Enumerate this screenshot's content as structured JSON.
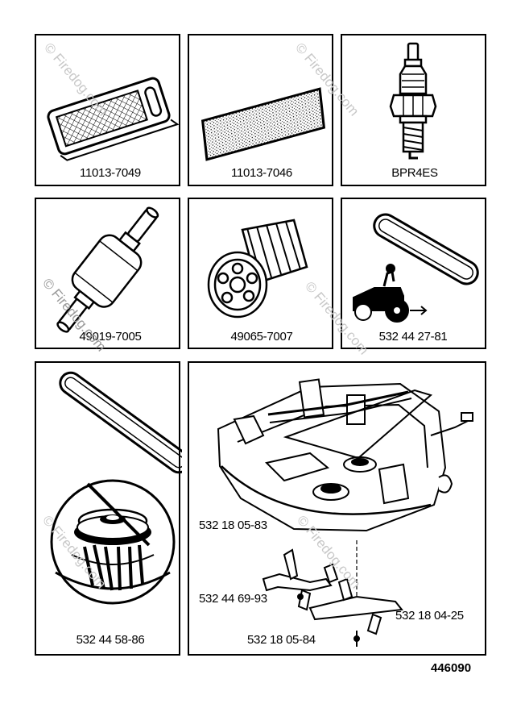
{
  "diagram_number": "446090",
  "watermark": "© Firedog.com",
  "parts": [
    {
      "part_number": "11013-7049",
      "icon": "air-filter-icon"
    },
    {
      "part_number": "11013-7046",
      "icon": "pre-filter-icon"
    },
    {
      "part_number": "BPR4ES",
      "icon": "spark-plug-icon"
    },
    {
      "part_number": "49019-7005",
      "icon": "fuel-filter-icon"
    },
    {
      "part_number": "49065-7007",
      "icon": "oil-filter-icon"
    },
    {
      "part_number": "532 44 27-81",
      "icon": "drive-belt-icon"
    },
    {
      "part_number": "532 44 58-86",
      "icon": "deck-belt-pulley-icon"
    },
    {
      "part_number": "532 18 05-83",
      "icon": "mower-deck-icon"
    },
    {
      "part_number": "532 44 69-93",
      "icon": "blade-icon"
    },
    {
      "part_number": "532 18 04-25",
      "icon": "blade-icon"
    },
    {
      "part_number": "532 18 05-84",
      "icon": "blade-adapter-icon"
    }
  ]
}
